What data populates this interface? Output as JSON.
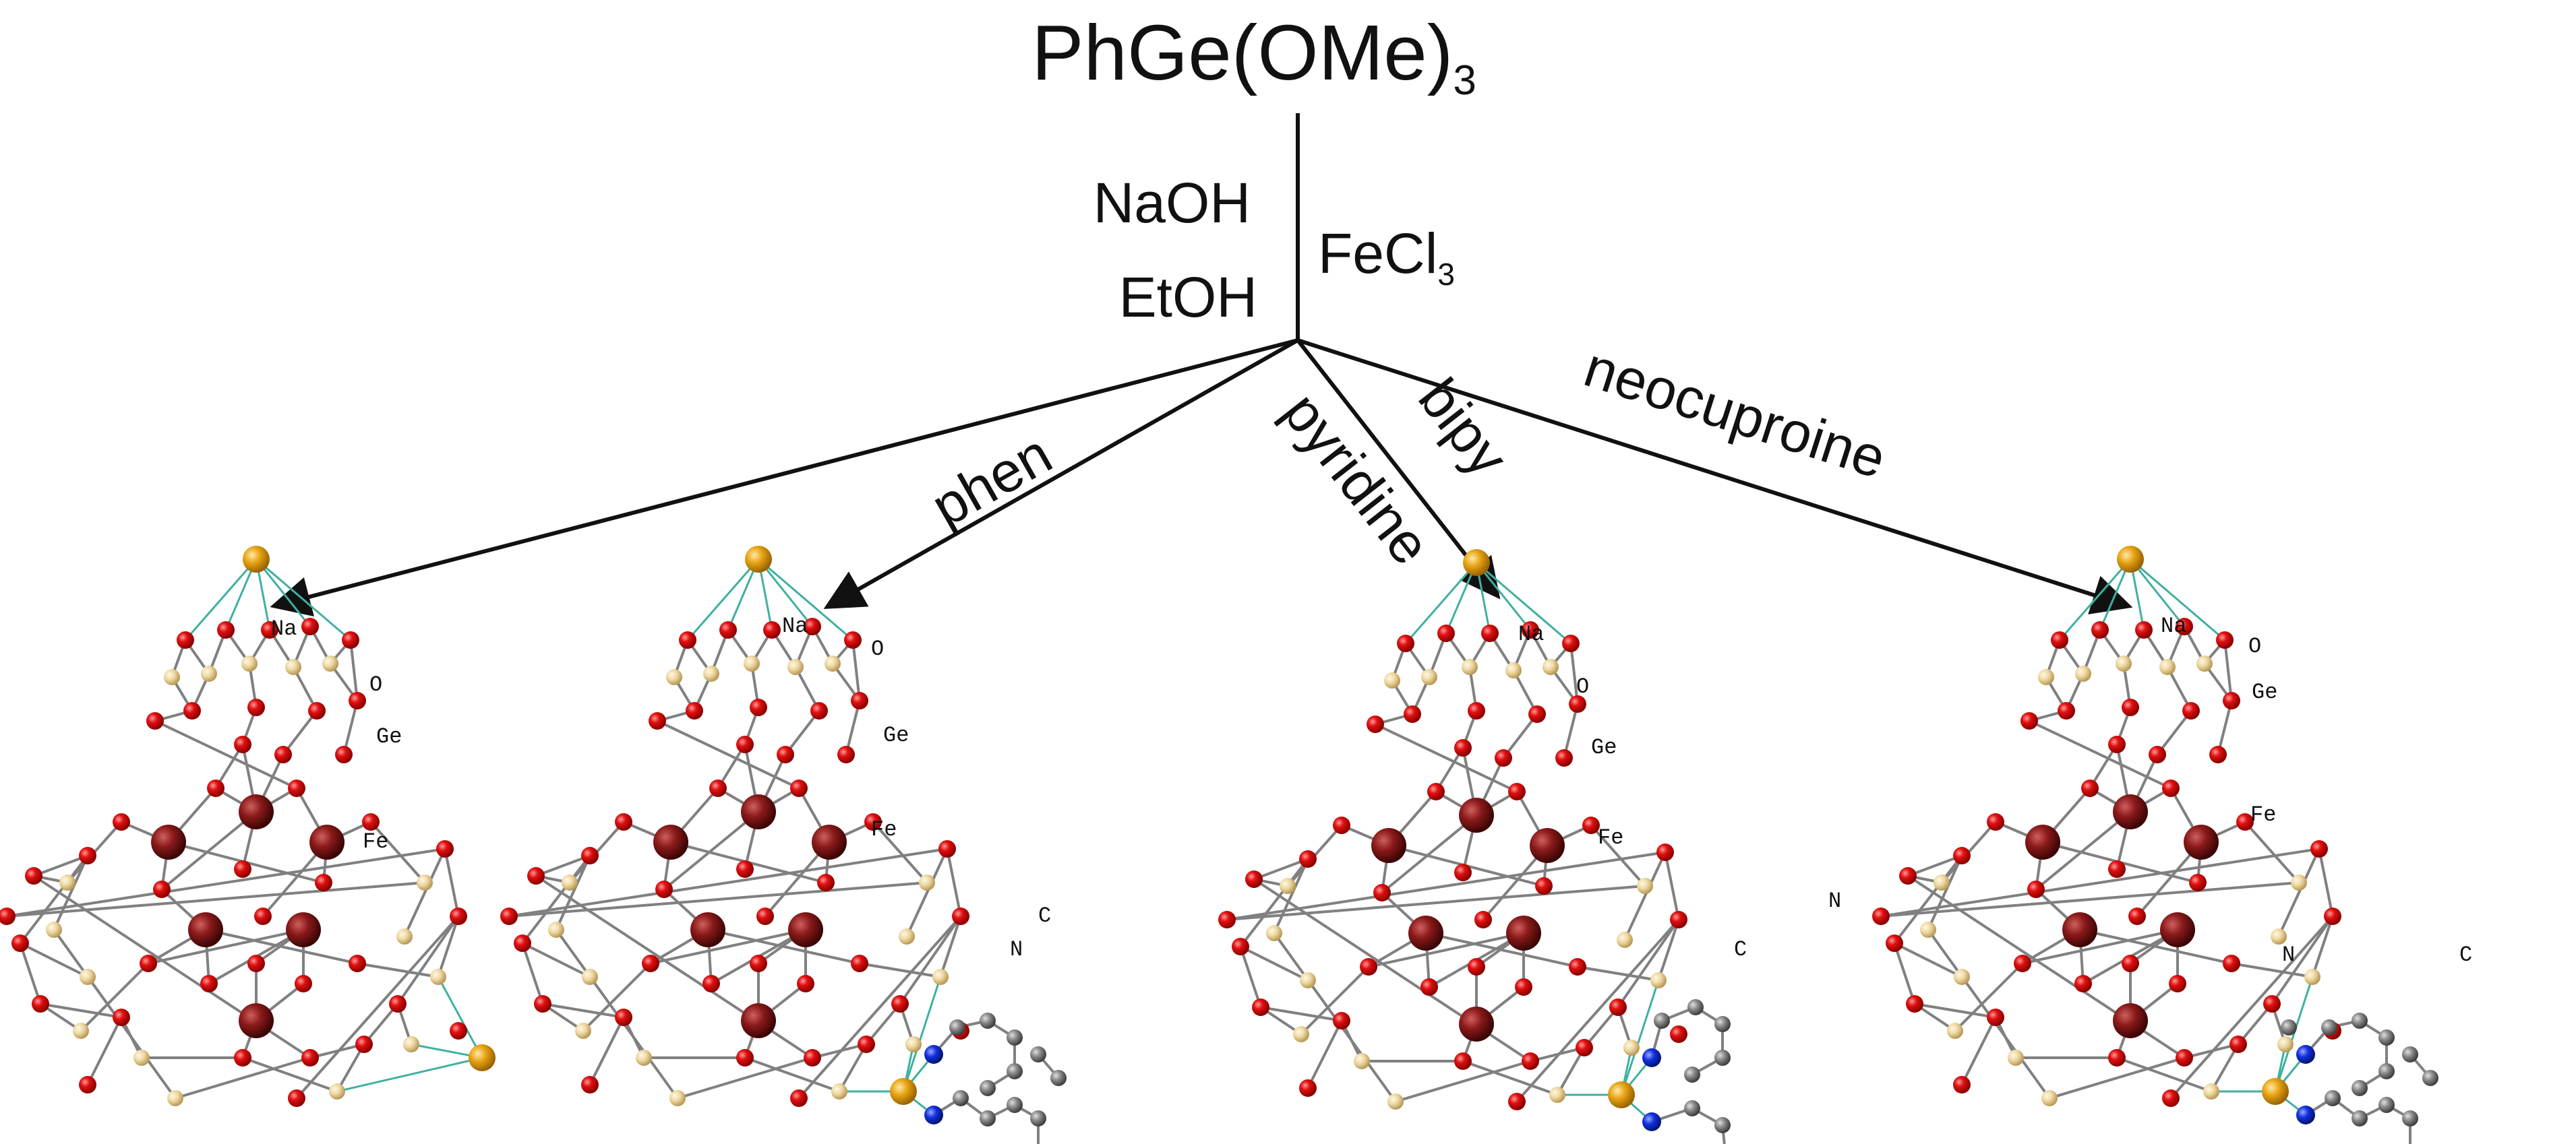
{
  "start_compound": {
    "text": "PhGe(OMe)",
    "sub": "3"
  },
  "reagents": {
    "naoh": "NaOH",
    "etoh": "EtOH",
    "fecl": {
      "text": "FeCl",
      "sub": "3"
    }
  },
  "branches": [
    {
      "id": "none",
      "label": ""
    },
    {
      "id": "phen",
      "label": "phen"
    },
    {
      "id": "bipy",
      "label": "bipy"
    },
    {
      "id": "pyridine",
      "label": "pyridine"
    },
    {
      "id": "neocuproine",
      "label": "neocuproine"
    }
  ],
  "atom_labels": {
    "na": "Na",
    "o": "O",
    "ge": "Ge",
    "fe": "Fe",
    "c": "C",
    "n": "N"
  },
  "colors": {
    "oxygen": "#e01010",
    "germanium": "#eed7a0",
    "iron": "#8b1a1a",
    "sodium": "#e8a415",
    "nitrogen": "#1030e0",
    "carbon": "#8a8a8a",
    "bond": "#808080",
    "na_bond": "#3fb0a0",
    "arrow": "#111111"
  }
}
